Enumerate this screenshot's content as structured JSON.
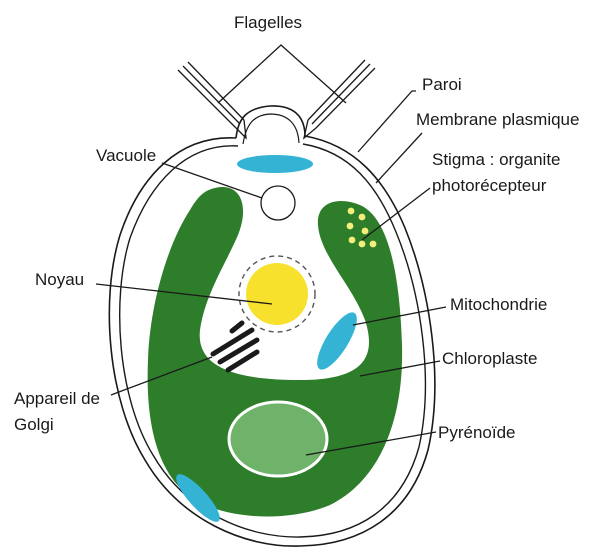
{
  "labels": {
    "flagelles": "Flagelles",
    "paroi": "Paroi",
    "membrane": "Membrane plasmique",
    "stigma_line1": "Stigma : organite",
    "stigma_line2": "photorécepteur",
    "vacuole": "Vacuole",
    "noyau": "Noyau",
    "mitochondrie": "Mitochondrie",
    "chloroplaste": "Chloroplaste",
    "golgi_line1": "Appareil de",
    "golgi_line2": "Golgi",
    "pyrenoide": "Pyrénoïde"
  },
  "colors": {
    "chloroplast": "#2e7d2b",
    "pyrenoid": "#6fb36a",
    "nucleus": "#f7e12c",
    "mitochondria": "#34b3d5",
    "stigma": "#f4ef7a",
    "golgi": "#1a1a1a",
    "outline": "#1a1a1a"
  }
}
